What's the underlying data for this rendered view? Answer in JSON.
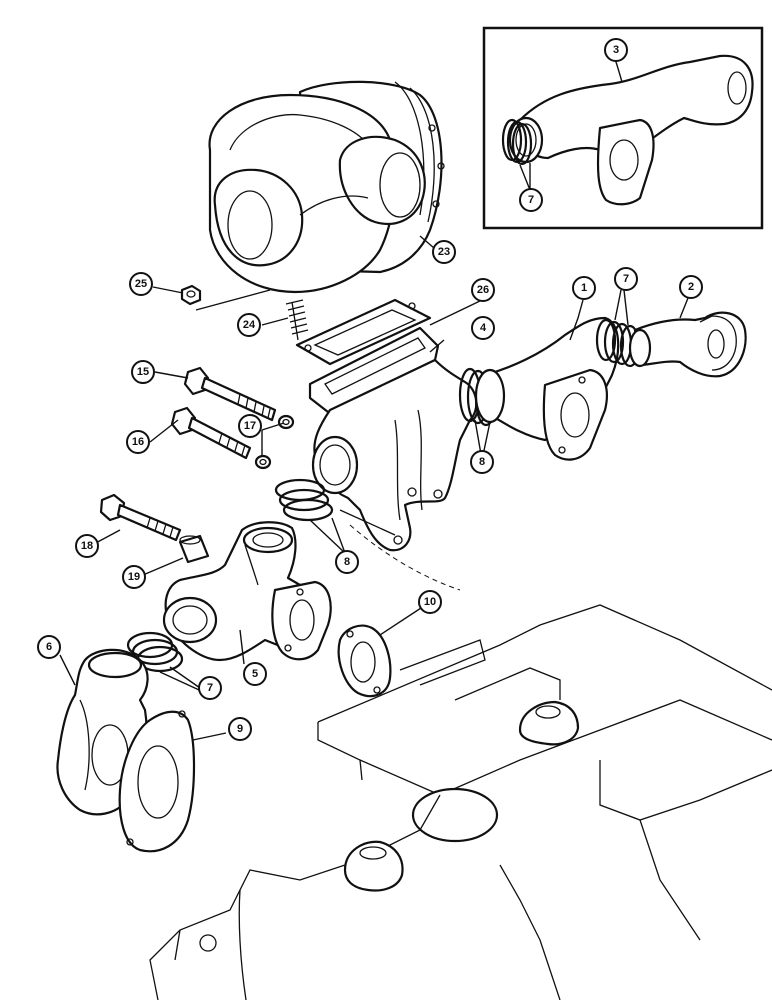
{
  "callouts": {
    "c1": "1",
    "c2": "2",
    "c3": "3",
    "c4": "4",
    "c5": "5",
    "c6": "6",
    "c7a": "7",
    "c7b": "7",
    "c7c": "7",
    "c8a": "8",
    "c8b": "8",
    "c9": "9",
    "c10": "10",
    "c15": "15",
    "c16": "16",
    "c17": "17",
    "c18": "18",
    "c19": "19",
    "c23": "23",
    "c24": "24",
    "c25": "25",
    "c26": "26"
  }
}
